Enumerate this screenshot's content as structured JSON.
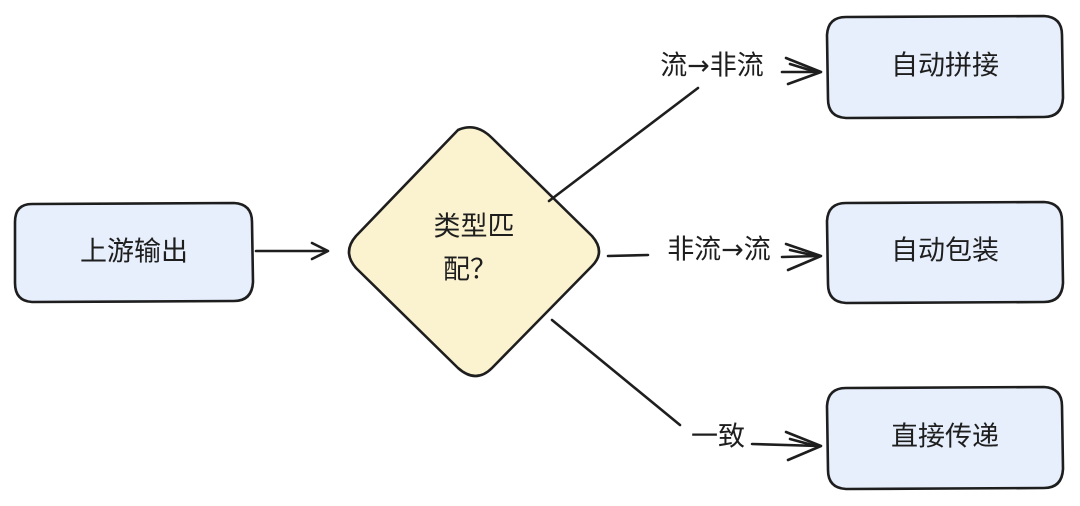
{
  "colors": {
    "box_fill": "#e7effc",
    "diamond_fill": "#fbf3d0",
    "stroke": "#1e1e1e"
  },
  "nodes": {
    "source": "上游输出",
    "decision_line1": "类型匹",
    "decision_line2": "配？",
    "target_top": "自动拼接",
    "target_middle": "自动包装",
    "target_bottom": "直接传递"
  },
  "edges": {
    "top_label": "流→非流",
    "middle_label": "非流→流",
    "bottom_label": "一致"
  }
}
